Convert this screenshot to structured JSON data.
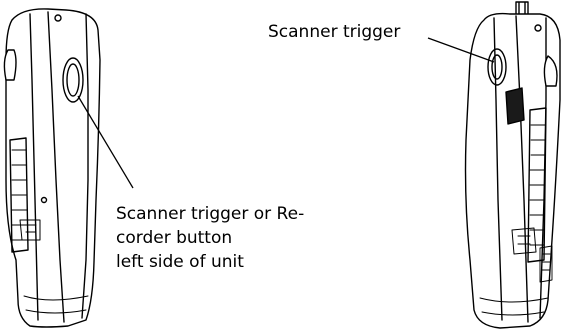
{
  "labels": {
    "right_trigger": "Scanner trigger",
    "left_callout": {
      "line1": "Scanner trigger or Re-",
      "line2": "corder button",
      "line3": "left side of unit"
    }
  },
  "colors": {
    "ink": "#000000",
    "fill": "#ffffff",
    "dark_grip": "#1a1a1a"
  }
}
